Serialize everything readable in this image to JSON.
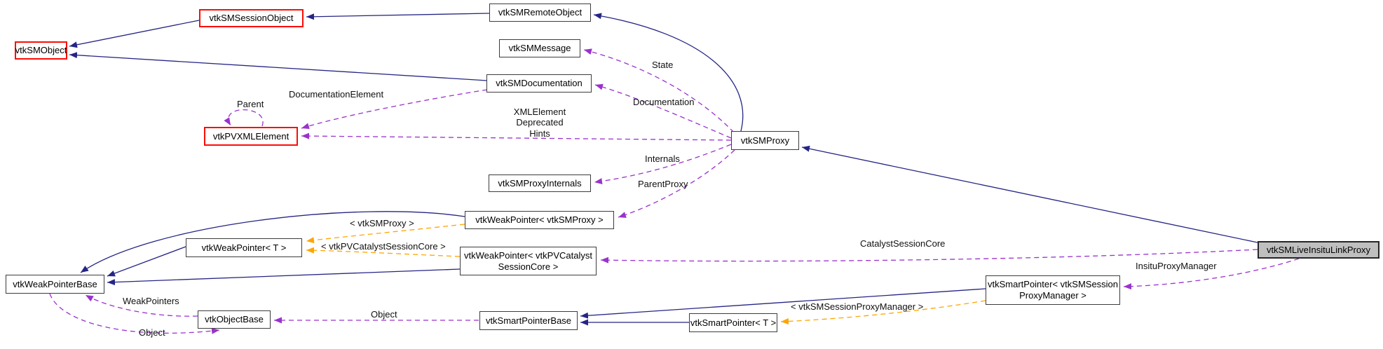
{
  "diagram": {
    "kind": "collaboration-graph",
    "main_class": "vtkSMLiveInsituLinkProxy",
    "colors": {
      "inheritance_edge": "#252585",
      "usage_edge": "#9a32cd",
      "template_edge": "#ffa500",
      "node_border": "#3c3c3c",
      "truncated_node_border": "#fb0d07",
      "main_node_fill": "#bfbfbf"
    },
    "nodes": {
      "sm_object": {
        "label": "vtkSMObject"
      },
      "sm_session_object": {
        "label": "vtkSMSessionObject"
      },
      "sm_remote_object": {
        "label": "vtkSMRemoteObject"
      },
      "sm_message": {
        "label": "vtkSMMessage"
      },
      "sm_documentation": {
        "label": "vtkSMDocumentation"
      },
      "pvxml_element": {
        "label": "vtkPVXMLElement"
      },
      "sm_proxy": {
        "label": "vtkSMProxy"
      },
      "sm_proxy_internals": {
        "label": "vtkSMProxyInternals"
      },
      "weakpointer_smproxy": {
        "label": "vtkWeakPointer< vtkSMProxy >"
      },
      "weakpointer_t": {
        "label": "vtkWeakPointer< T >"
      },
      "weakpointer_catalyst": {
        "lines": [
          "vtkWeakPointer< vtkPVCatalyst",
          "SessionCore >"
        ]
      },
      "weakpointer_base": {
        "label": "vtkWeakPointerBase"
      },
      "object_base": {
        "label": "vtkObjectBase"
      },
      "smartpointer_base": {
        "label": "vtkSmartPointerBase"
      },
      "smartpointer_t": {
        "label": "vtkSmartPointer< T >"
      },
      "smartpointer_spm": {
        "lines": [
          "vtkSmartPointer< vtkSMSession",
          "ProxyManager >"
        ]
      },
      "live_insitu": {
        "label": "vtkSMLiveInsituLinkProxy"
      }
    },
    "edge_labels": {
      "parent": "Parent",
      "documentation_element": "DocumentationElement",
      "state": "State",
      "documentation": "Documentation",
      "xml_lines": [
        "XMLElement",
        "Deprecated",
        "Hints"
      ],
      "internals": "Internals",
      "parent_proxy": "ParentProxy",
      "tmpl_smproxy": "< vtkSMProxy >",
      "tmpl_catalyst": "< vtkPVCatalystSessionCore >",
      "tmpl_sessionproxymanager": "< vtkSMSessionProxyManager >",
      "catalyst_session_core": "CatalystSessionCore",
      "insitu_proxy_manager": "InsituProxyManager",
      "weak_pointers": "WeakPointers",
      "object_from_weakpointerbase": "Object",
      "object_from_smartpointerbase": "Object"
    }
  }
}
